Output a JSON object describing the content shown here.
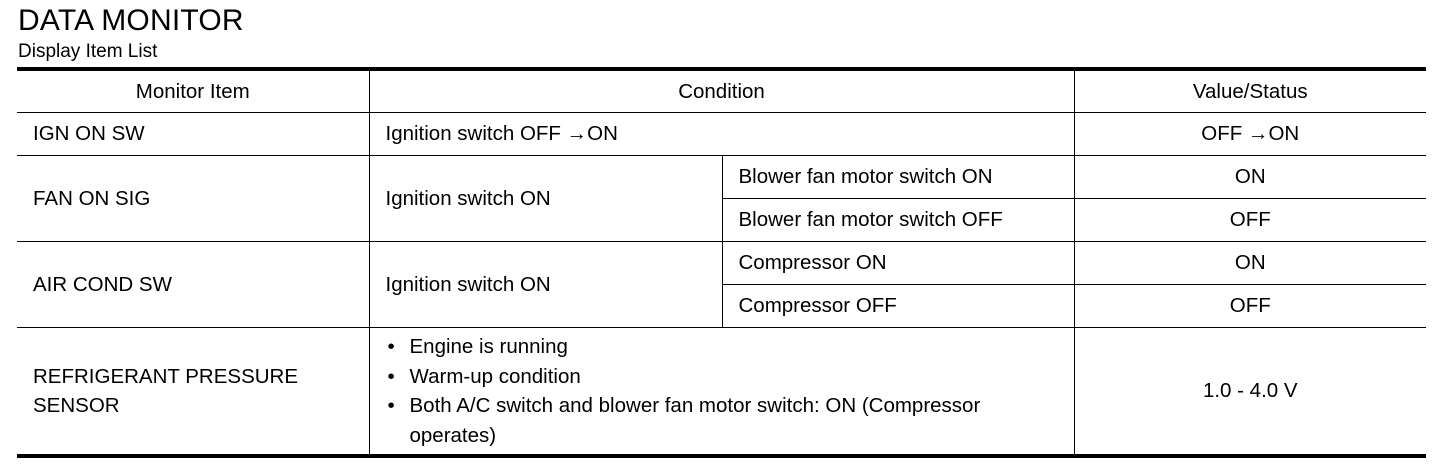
{
  "header": {
    "title": "DATA MONITOR",
    "subtitle": "Display Item List"
  },
  "table": {
    "columns": [
      "Monitor Item",
      "Condition",
      "Value/Status"
    ],
    "rows": [
      {
        "item": "IGN ON SW",
        "condition": "Ignition switch OFF →ON",
        "value": "OFF  →ON"
      },
      {
        "item": "FAN ON SIG",
        "condition": "Ignition switch ON",
        "subrows": [
          {
            "condition": "Blower fan motor switch ON",
            "value": "ON"
          },
          {
            "condition": "Blower fan motor switch OFF",
            "value": "OFF"
          }
        ]
      },
      {
        "item": "AIR COND SW",
        "condition": "Ignition switch ON",
        "subrows": [
          {
            "condition": "Compressor ON",
            "value": "ON"
          },
          {
            "condition": "Compressor OFF",
            "value": "OFF"
          }
        ]
      },
      {
        "item": "REFRIGERANT PRESSURE SENSOR",
        "item_lines": [
          "REFRIGERANT PRESSURE",
          "SENSOR"
        ],
        "bullet": "•",
        "conditions": [
          "Engine is running",
          "Warm-up condition",
          "Both A/C switch and blower fan motor switch: ON (Compressor operates)"
        ],
        "value": "1.0 - 4.0 V"
      }
    ]
  }
}
